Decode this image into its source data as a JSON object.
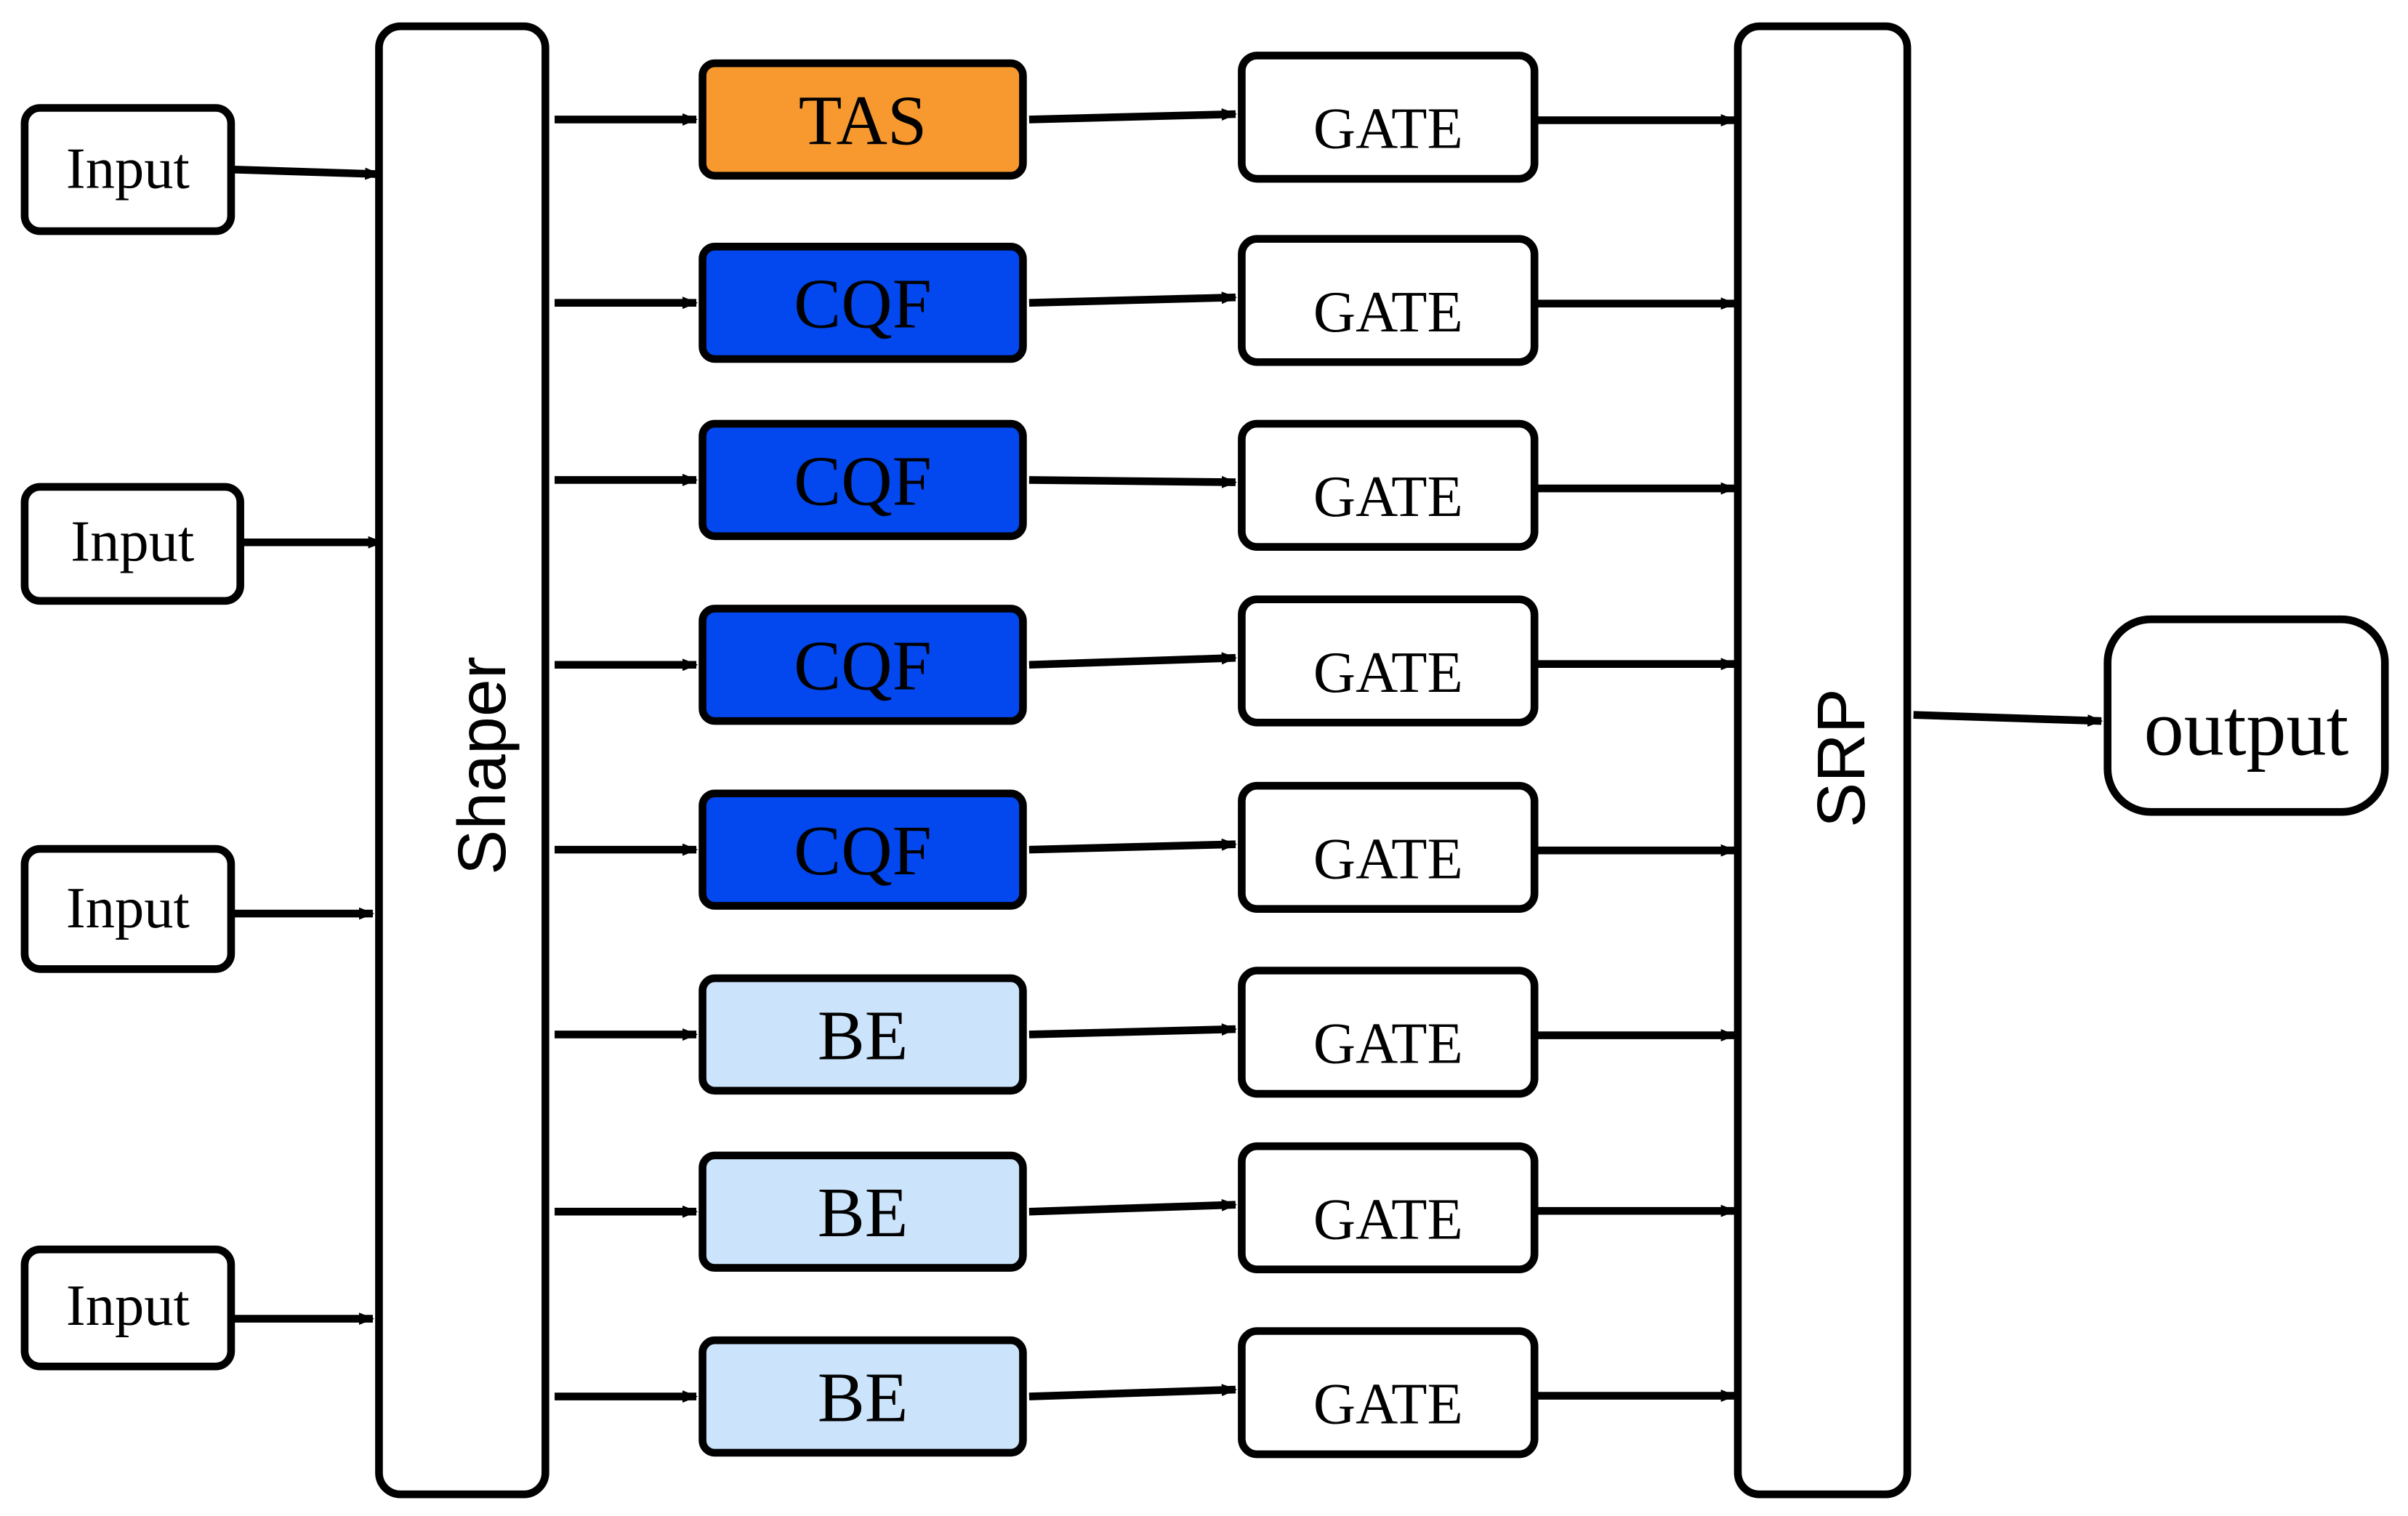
{
  "inputs": [
    {
      "label": "Input"
    },
    {
      "label": "Input"
    },
    {
      "label": "Input"
    },
    {
      "label": "Input"
    }
  ],
  "shaper": {
    "label": "Shaper"
  },
  "srp": {
    "label": "SRP"
  },
  "output": {
    "label": "output"
  },
  "queues": [
    {
      "label": "TAS",
      "type": "tas",
      "gate": "GATE"
    },
    {
      "label": "CQF",
      "type": "cqf",
      "gate": "GATE"
    },
    {
      "label": "CQF",
      "type": "cqf",
      "gate": "GATE"
    },
    {
      "label": "CQF",
      "type": "cqf",
      "gate": "GATE"
    },
    {
      "label": "CQF",
      "type": "cqf",
      "gate": "GATE"
    },
    {
      "label": "BE",
      "type": "be",
      "gate": "GATE"
    },
    {
      "label": "BE",
      "type": "be",
      "gate": "GATE"
    },
    {
      "label": "BE",
      "type": "be",
      "gate": "GATE"
    }
  ],
  "colors": {
    "tas": "#f7992f",
    "cqf": "#0347ee",
    "be": "#cce4fb",
    "gate": "#ffffff",
    "stroke": "#000000"
  }
}
